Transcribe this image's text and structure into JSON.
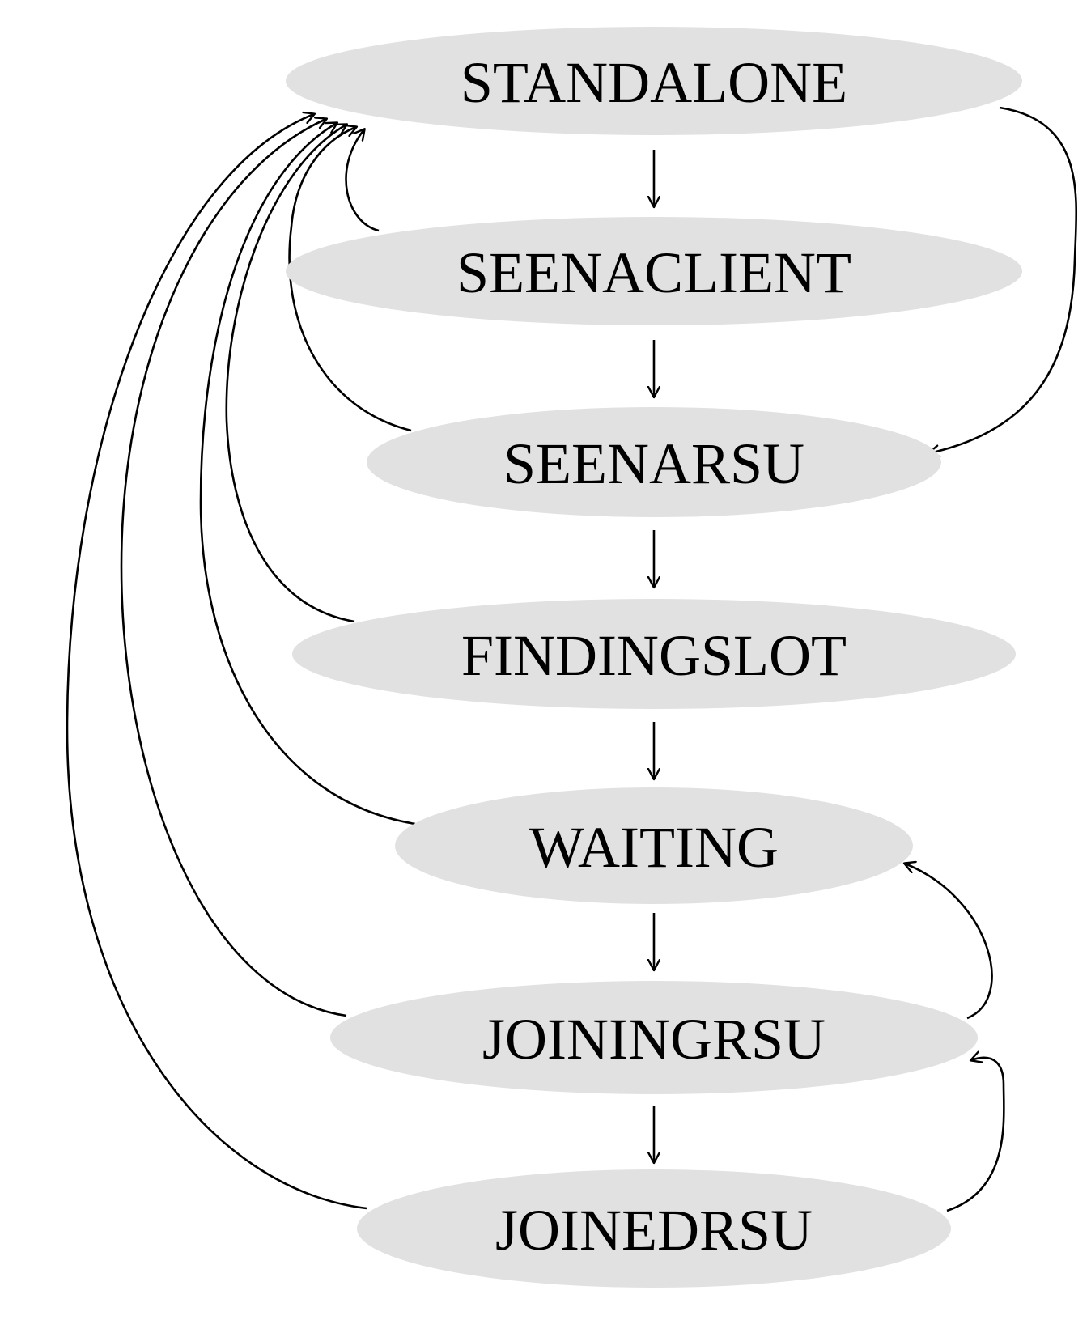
{
  "diagram": {
    "type": "state-machine",
    "states": [
      {
        "id": "standalone",
        "label": "STANDALONE"
      },
      {
        "id": "seenaclient",
        "label": "SEENACLIENT"
      },
      {
        "id": "seenarsu",
        "label": "SEENARSU"
      },
      {
        "id": "findingslot",
        "label": "FINDINGSLOT"
      },
      {
        "id": "waiting",
        "label": "WAITING"
      },
      {
        "id": "joiningrsu",
        "label": "JOININGRSU"
      },
      {
        "id": "joinedrsu",
        "label": "JOINEDRSU"
      }
    ],
    "transitions": [
      {
        "from": "standalone",
        "to": "seenaclient"
      },
      {
        "from": "seenaclient",
        "to": "seenarsu"
      },
      {
        "from": "seenarsu",
        "to": "findingslot"
      },
      {
        "from": "findingslot",
        "to": "waiting"
      },
      {
        "from": "waiting",
        "to": "joiningrsu"
      },
      {
        "from": "joiningrsu",
        "to": "joinedrsu"
      },
      {
        "from": "standalone",
        "to": "seenarsu"
      },
      {
        "from": "joiningrsu",
        "to": "waiting"
      },
      {
        "from": "joinedrsu",
        "to": "joiningrsu"
      },
      {
        "from": "seenaclient",
        "to": "standalone"
      },
      {
        "from": "seenarsu",
        "to": "standalone"
      },
      {
        "from": "findingslot",
        "to": "standalone"
      },
      {
        "from": "waiting",
        "to": "standalone"
      },
      {
        "from": "joiningrsu",
        "to": "standalone"
      },
      {
        "from": "joinedrsu",
        "to": "standalone"
      }
    ],
    "colors": {
      "node_fill": "#e1e1e1",
      "text": "#000000",
      "edge": "#000000",
      "background": "#ffffff"
    }
  }
}
